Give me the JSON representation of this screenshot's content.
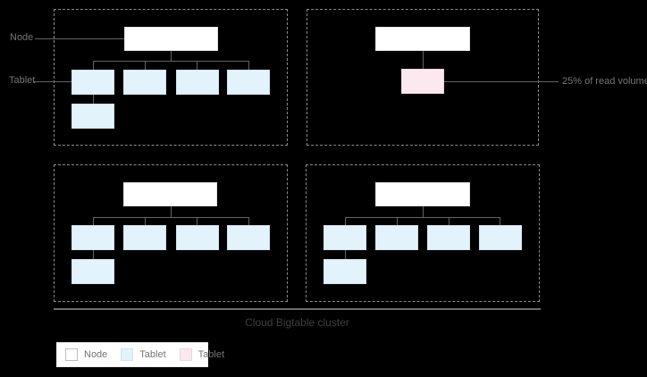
{
  "labels": {
    "node_pointer": "Node",
    "tablet_pointer": "Tablet",
    "read_volume": "25% of read volume",
    "cluster_title": "Cloud Bigtable cluster"
  },
  "legend": {
    "items": [
      {
        "label": "Node",
        "swatch": "node-white"
      },
      {
        "label": "Tablet",
        "swatch": "tablet-blue"
      },
      {
        "label": "Tablet",
        "swatch": "tablet-pink"
      }
    ]
  },
  "diagram": {
    "quadrants": [
      {
        "name": "node-group-1",
        "node_boxes": 1,
        "blue_tablets": 5,
        "pink_tablets": 0
      },
      {
        "name": "node-group-2",
        "node_boxes": 1,
        "blue_tablets": 0,
        "pink_tablets": 1,
        "callout": "25% of read volume"
      },
      {
        "name": "node-group-3",
        "node_boxes": 1,
        "blue_tablets": 5,
        "pink_tablets": 0
      },
      {
        "name": "node-group-4",
        "node_boxes": 1,
        "blue_tablets": 5,
        "pink_tablets": 0
      }
    ]
  },
  "colors": {
    "background": "#000000",
    "dashed_border": "#8a8a8a",
    "node_fill": "#ffffff",
    "node_border": "#e2e2e2",
    "tablet_blue_fill": "#e2f3fb",
    "tablet_blue_border": "#d3e3ed",
    "tablet_pink_fill": "#fce8ef",
    "tablet_pink_border": "#eed6de",
    "connector": "#5f6368",
    "label_text": "#757575",
    "title_text": "#3c4043",
    "cluster_line": "#6e6e6e",
    "legend_bg": "#ffffff",
    "legend_border": "#ececec"
  }
}
